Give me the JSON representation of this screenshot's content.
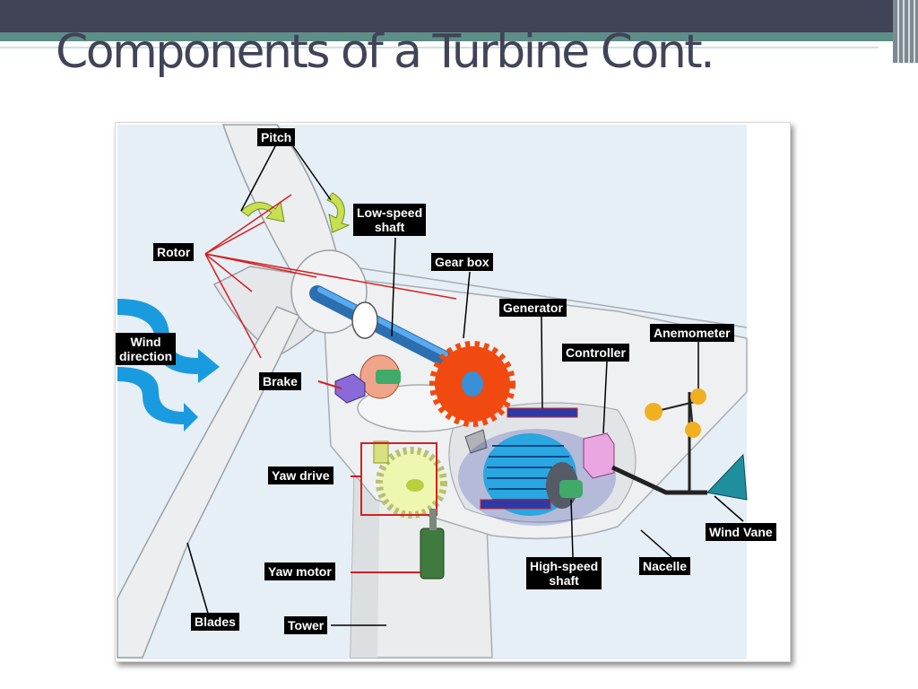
{
  "slide": {
    "title": "Components of a Turbine Cont."
  },
  "diagram": {
    "labels": {
      "pitch": "Pitch",
      "low_speed_shaft": "Low-speed\nshaft",
      "rotor": "Rotor",
      "gear_box": "Gear box",
      "generator": "Generator",
      "anemometer": "Anemometer",
      "controller": "Controller",
      "wind_direction": "Wind\ndirection",
      "brake": "Brake",
      "yaw_drive": "Yaw drive",
      "wind_vane": "Wind Vane",
      "yaw_motor": "Yaw motor",
      "high_speed_shaft": "High-speed\nshaft",
      "nacelle": "Nacelle",
      "blades": "Blades",
      "tower": "Tower"
    },
    "colors": {
      "sky": "#e6eef6",
      "arrow": "#1a9be0",
      "gear": "#f04a10",
      "generator": "#2aa6e0",
      "shaft": "#3a8fd6",
      "brake_disc": "#f0a58a",
      "controller": "#e9a6e0",
      "anemometer_cup": "#f0b020",
      "vane": "#1f8fa0",
      "yaw_gear": "#eef6b0",
      "yaw_motor": "#3f7a3f",
      "label_bg": "#000000",
      "leader_red": "#d42020"
    }
  }
}
